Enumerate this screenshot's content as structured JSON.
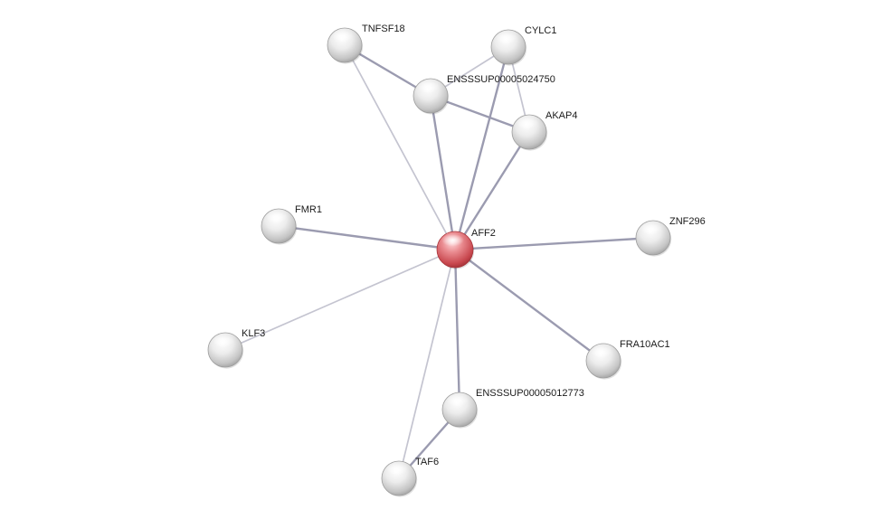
{
  "network": {
    "query_protein": "AFF2",
    "colors": {
      "query_node": "#d9595f",
      "neighbor_node": "#d6d6d6",
      "edge_strong": "#9b9bb0",
      "edge_weak": "#c4c4d0",
      "label": "#1a1a1a"
    },
    "nodes": [
      {
        "id": "AFF2",
        "label": "AFF2",
        "query": true
      },
      {
        "id": "TNFSF18",
        "label": "TNFSF18",
        "query": false
      },
      {
        "id": "CYLC1",
        "label": "CYLC1",
        "query": false
      },
      {
        "id": "ENSSSUP00005024750",
        "label": "ENSSSUP00005024750",
        "query": false
      },
      {
        "id": "AKAP4",
        "label": "AKAP4",
        "query": false
      },
      {
        "id": "FMR1",
        "label": "FMR1",
        "query": false
      },
      {
        "id": "ZNF296",
        "label": "ZNF296",
        "query": false
      },
      {
        "id": "KLF3",
        "label": "KLF3",
        "query": false
      },
      {
        "id": "FRA10AC1",
        "label": "FRA10AC1",
        "query": false
      },
      {
        "id": "ENSSSUP00005012773",
        "label": "ENSSSUP00005012773",
        "query": false
      },
      {
        "id": "TAF6",
        "label": "TAF6",
        "query": false
      }
    ],
    "edges": [
      {
        "source": "AFF2",
        "target": "TNFSF18",
        "strength": "weak"
      },
      {
        "source": "AFF2",
        "target": "ENSSSUP00005024750",
        "strength": "strong"
      },
      {
        "source": "AFF2",
        "target": "CYLC1",
        "strength": "strong"
      },
      {
        "source": "AFF2",
        "target": "AKAP4",
        "strength": "strong"
      },
      {
        "source": "AFF2",
        "target": "FMR1",
        "strength": "strong"
      },
      {
        "source": "AFF2",
        "target": "ZNF296",
        "strength": "strong"
      },
      {
        "source": "AFF2",
        "target": "KLF3",
        "strength": "weak"
      },
      {
        "source": "AFF2",
        "target": "FRA10AC1",
        "strength": "strong"
      },
      {
        "source": "AFF2",
        "target": "ENSSSUP00005012773",
        "strength": "strong"
      },
      {
        "source": "AFF2",
        "target": "TAF6",
        "strength": "weak"
      },
      {
        "source": "TNFSF18",
        "target": "ENSSSUP00005024750",
        "strength": "strong"
      },
      {
        "source": "ENSSSUP00005024750",
        "target": "CYLC1",
        "strength": "weak"
      },
      {
        "source": "ENSSSUP00005024750",
        "target": "AKAP4",
        "strength": "strong"
      },
      {
        "source": "CYLC1",
        "target": "AKAP4",
        "strength": "weak"
      },
      {
        "source": "ENSSSUP00005012773",
        "target": "TAF6",
        "strength": "strong"
      }
    ]
  }
}
